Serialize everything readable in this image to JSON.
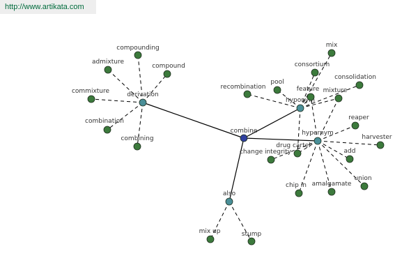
{
  "watermark": {
    "url": "http://www.artikata.com"
  },
  "colors": {
    "hub": "#2f3f9f",
    "relation": "#4a8f98",
    "term": "#3c7a3c",
    "edge": "#000000"
  },
  "graph": {
    "nodes": [
      {
        "id": "combine",
        "label": "combine",
        "kind": "hub"
      },
      {
        "id": "derivation",
        "label": "derivation",
        "kind": "relation"
      },
      {
        "id": "hyponym",
        "label": "hyponym",
        "kind": "relation"
      },
      {
        "id": "hypernym",
        "label": "hypernym",
        "kind": "relation"
      },
      {
        "id": "also",
        "label": "also",
        "kind": "relation"
      },
      {
        "id": "compounding",
        "label": "compounding",
        "kind": "term"
      },
      {
        "id": "admixture",
        "label": "admixture",
        "kind": "term"
      },
      {
        "id": "compound",
        "label": "compound",
        "kind": "term"
      },
      {
        "id": "commixture",
        "label": "commixture",
        "kind": "term"
      },
      {
        "id": "combination",
        "label": "combination",
        "kind": "term"
      },
      {
        "id": "combining",
        "label": "combining",
        "kind": "term"
      },
      {
        "id": "mix",
        "label": "mix",
        "kind": "term"
      },
      {
        "id": "consortium",
        "label": "consortium",
        "kind": "term"
      },
      {
        "id": "consolidation",
        "label": "consolidation",
        "kind": "term"
      },
      {
        "id": "recombination",
        "label": "recombination",
        "kind": "term"
      },
      {
        "id": "pool",
        "label": "pool",
        "kind": "term"
      },
      {
        "id": "feature",
        "label": "feature",
        "kind": "term"
      },
      {
        "id": "mixture",
        "label": "mixture",
        "kind": "term"
      },
      {
        "id": "reaper",
        "label": "reaper",
        "kind": "term"
      },
      {
        "id": "harvester",
        "label": "harvester",
        "kind": "term"
      },
      {
        "id": "drug-cartel",
        "label": "drug cartel",
        "kind": "term"
      },
      {
        "id": "change-integrity",
        "label": "change integrity",
        "kind": "term"
      },
      {
        "id": "add",
        "label": "add",
        "kind": "term"
      },
      {
        "id": "union",
        "label": "union",
        "kind": "term"
      },
      {
        "id": "amalgamate",
        "label": "amalgamate",
        "kind": "term"
      },
      {
        "id": "chip-in",
        "label": "chip in",
        "kind": "term"
      },
      {
        "id": "mix-up",
        "label": "mix up",
        "kind": "term"
      },
      {
        "id": "stump",
        "label": "stump",
        "kind": "term"
      }
    ],
    "edges": [
      {
        "from": "combine",
        "to": "derivation",
        "style": "solid"
      },
      {
        "from": "combine",
        "to": "hyponym",
        "style": "solid"
      },
      {
        "from": "combine",
        "to": "hypernym",
        "style": "solid"
      },
      {
        "from": "combine",
        "to": "also",
        "style": "solid"
      },
      {
        "from": "derivation",
        "to": "compounding",
        "style": "dashed"
      },
      {
        "from": "derivation",
        "to": "admixture",
        "style": "dashed"
      },
      {
        "from": "derivation",
        "to": "compound",
        "style": "dashed"
      },
      {
        "from": "derivation",
        "to": "commixture",
        "style": "dashed"
      },
      {
        "from": "derivation",
        "to": "combination",
        "style": "dashed"
      },
      {
        "from": "derivation",
        "to": "combining",
        "style": "dashed"
      },
      {
        "from": "hyponym",
        "to": "mix",
        "style": "dashed"
      },
      {
        "from": "hyponym",
        "to": "consortium",
        "style": "dashed"
      },
      {
        "from": "hyponym",
        "to": "consolidation",
        "style": "dashed"
      },
      {
        "from": "hyponym",
        "to": "recombination",
        "style": "dashed"
      },
      {
        "from": "hyponym",
        "to": "pool",
        "style": "dashed"
      },
      {
        "from": "hyponym",
        "to": "feature",
        "style": "dashed"
      },
      {
        "from": "hyponym",
        "to": "mixture",
        "style": "dashed"
      },
      {
        "from": "hyponym",
        "to": "drug-cartel",
        "style": "dashed"
      },
      {
        "from": "hypernym",
        "to": "reaper",
        "style": "dashed"
      },
      {
        "from": "hypernym",
        "to": "harvester",
        "style": "dashed"
      },
      {
        "from": "hypernym",
        "to": "feature",
        "style": "dashed"
      },
      {
        "from": "hypernym",
        "to": "mixture",
        "style": "dashed"
      },
      {
        "from": "hypernym",
        "to": "drug-cartel",
        "style": "dashed"
      },
      {
        "from": "hypernym",
        "to": "change-integrity",
        "style": "dashed"
      },
      {
        "from": "hypernym",
        "to": "add",
        "style": "dashed"
      },
      {
        "from": "hypernym",
        "to": "union",
        "style": "dashed"
      },
      {
        "from": "hypernym",
        "to": "amalgamate",
        "style": "dashed"
      },
      {
        "from": "hypernym",
        "to": "chip-in",
        "style": "dashed"
      },
      {
        "from": "also",
        "to": "mix-up",
        "style": "dashed"
      },
      {
        "from": "also",
        "to": "stump",
        "style": "dashed"
      }
    ]
  }
}
